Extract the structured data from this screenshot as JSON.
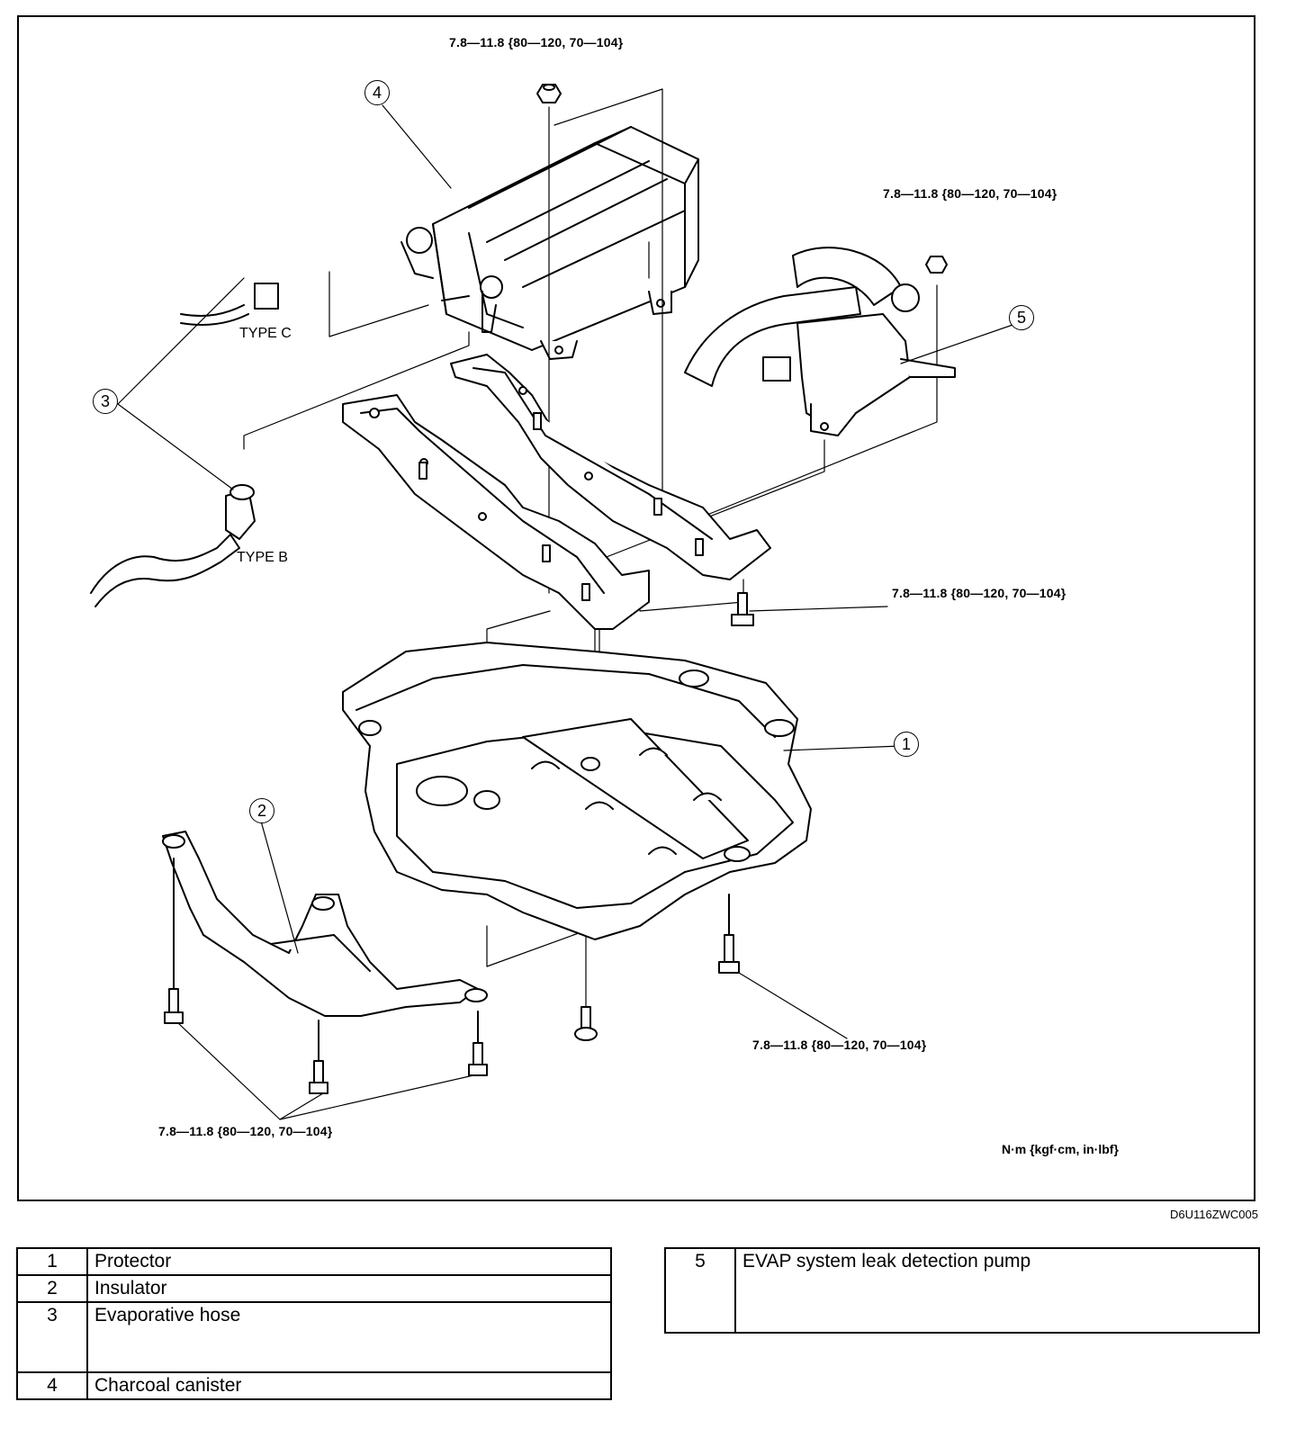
{
  "torque_specs": {
    "canister_nut": "7.8—11.8 {80—120, 70—104}",
    "pump_nut": "7.8—11.8 {80—120, 70—104}",
    "bracket_bolt": "7.8—11.8 {80—120, 70—104}",
    "protector_bolt": "7.8—11.8 {80—120, 70—104}",
    "insulator_bolts": "7.8—11.8 {80—120, 70—104}"
  },
  "callouts": {
    "c1": "1",
    "c2": "2",
    "c3": "3",
    "c4": "4",
    "c5": "5"
  },
  "type_labels": {
    "type_c": "TYPE C",
    "type_b": "TYPE B"
  },
  "units": "N·m {kgf·cm, in·lbf}",
  "figure_code": "D6U116ZWC005",
  "legend": {
    "left": [
      {
        "num": "1",
        "name": "Protector"
      },
      {
        "num": "2",
        "name": "Insulator"
      },
      {
        "num": "3",
        "name": "Evaporative hose"
      },
      {
        "num": "4",
        "name": "Charcoal canister"
      }
    ],
    "right": [
      {
        "num": "5",
        "name": "EVAP system leak detection pump"
      }
    ]
  }
}
